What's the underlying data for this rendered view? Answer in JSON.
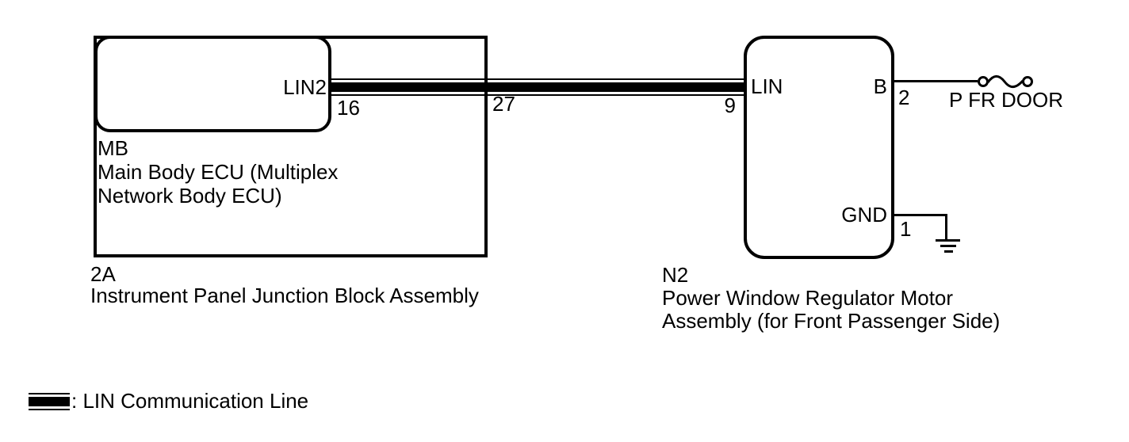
{
  "colors": {
    "ink": "#000000",
    "background": "#ffffff"
  },
  "junction_block": {
    "code": "2A",
    "name": "Instrument Panel Junction Block Assembly",
    "pass_through_pin": "27",
    "ecu": {
      "code": "MB",
      "name_lines": [
        "Main Body ECU (Multiplex",
        "Network Body ECU)"
      ],
      "pin_label": "LIN2",
      "pin_number": "16"
    }
  },
  "motor_assembly": {
    "code": "N2",
    "name_lines": [
      "Power Window Regulator Motor",
      "Assembly (for Front Passenger Side)"
    ],
    "pins": {
      "lin": {
        "label": "LIN",
        "number": "9"
      },
      "b": {
        "label": "B",
        "number": "2"
      },
      "gnd": {
        "label": "GND",
        "number": "1"
      }
    }
  },
  "door_connector": {
    "label": "P FR DOOR"
  },
  "legend": {
    "label": ": LIN Communication Line"
  },
  "icons": {
    "lin_line": "lin-communication-line",
    "connector": "inline-connector-icon",
    "ground": "ground-icon"
  }
}
